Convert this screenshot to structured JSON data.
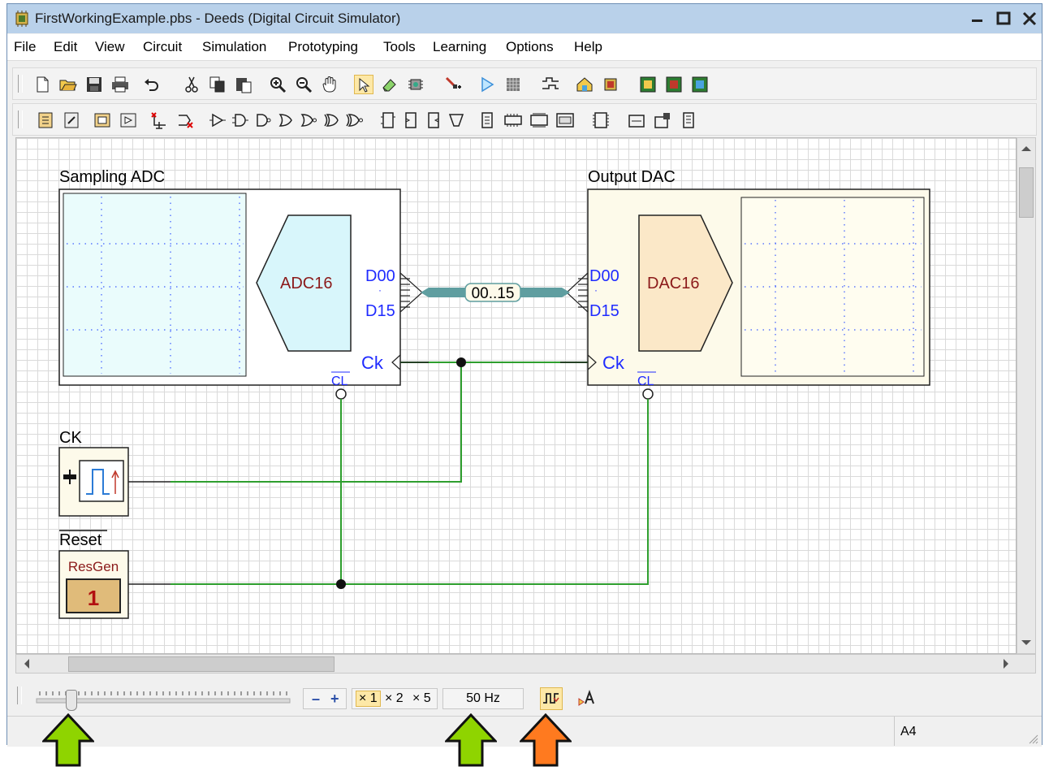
{
  "window": {
    "title": "FirstWorkingExample.pbs - Deeds (Digital Circuit Simulator)"
  },
  "menu": [
    "File",
    "Edit",
    "View",
    "Circuit",
    "Simulation",
    "Prototyping",
    "Tools",
    "Learning",
    "Options",
    "Help"
  ],
  "circuit": {
    "adc": {
      "title": "Sampling ADC",
      "chip_label": "ADC16",
      "pin_data_high": "D00",
      "pin_data_low": "D15",
      "pin_clock": "Ck",
      "pin_clear": "CL"
    },
    "dac": {
      "title": "Output DAC",
      "chip_label": "DAC16",
      "pin_data_high": "D00",
      "pin_data_low": "D15",
      "pin_clock": "Ck",
      "pin_clear": "CL"
    },
    "bus_label": "00..15",
    "clock": {
      "title": "CK"
    },
    "reset": {
      "title": "Reset",
      "device_label": "ResGen",
      "value": "1"
    }
  },
  "bottom": {
    "speed_minus": "–",
    "speed_plus": "+",
    "mult": {
      "x1": "× 1",
      "x2": "× 2",
      "x5": "× 5"
    },
    "frequency": "50 Hz"
  },
  "status": {
    "page_format": "A4"
  },
  "colors": {
    "wire": "#2e9e2e",
    "bus": "#5f9ea0",
    "pin_text": "#1f2bff",
    "chip_text": "#8b1a1a",
    "adc_fill": "#d8f6fb",
    "dac_fill": "#fbe8c8",
    "panel_fill": "#fdfaea",
    "arrow_green": "#8fd400",
    "arrow_orange": "#ff7a1f"
  }
}
